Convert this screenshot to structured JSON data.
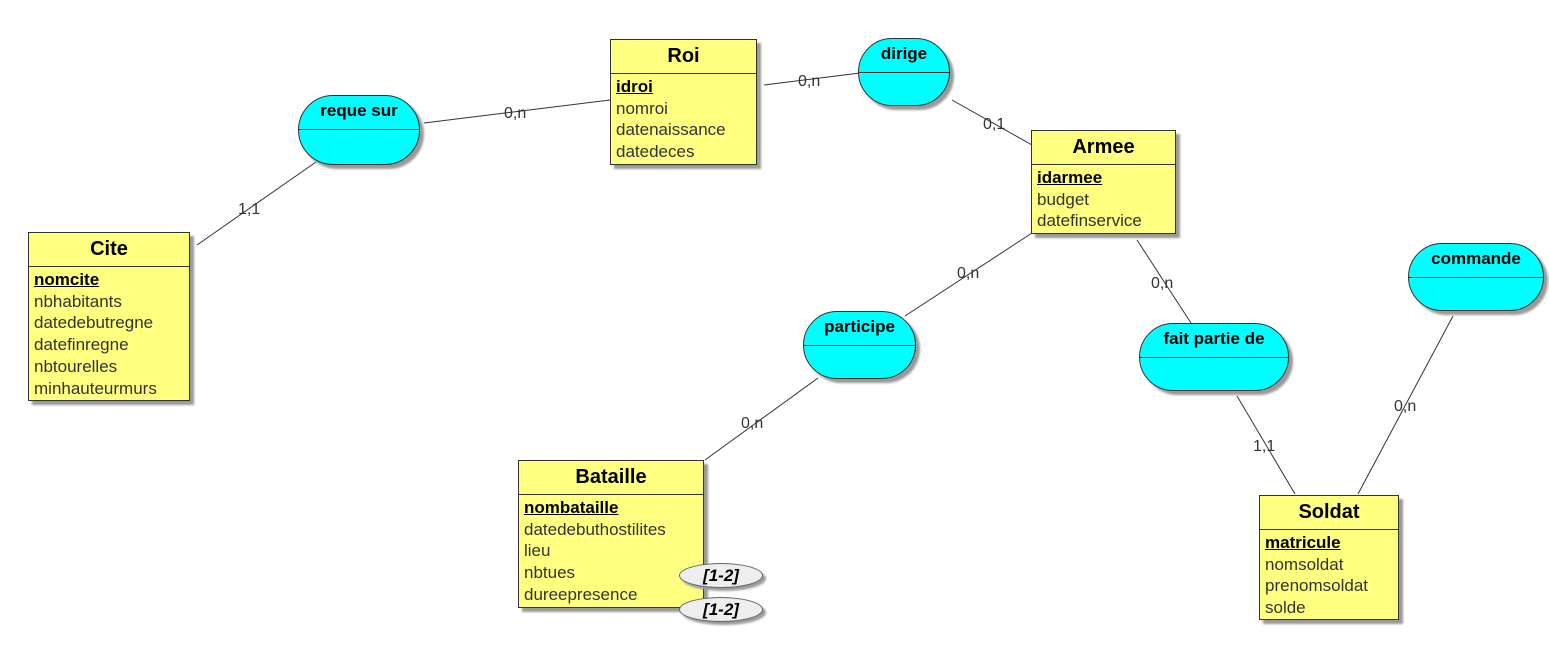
{
  "entities": {
    "roi": {
      "name": "Roi",
      "attributes": [
        "idroi",
        "nomroi",
        "datenaissance",
        "datedeces"
      ]
    },
    "armee": {
      "name": "Armee",
      "attributes": [
        "idarmee",
        "budget",
        "datefinservice"
      ]
    },
    "cite": {
      "name": "Cite",
      "attributes": [
        "nomcite",
        "nbhabitants",
        "datedebutregne",
        "datefinregne",
        "nbtourelles",
        "minhauteurmurs"
      ]
    },
    "bataille": {
      "name": "Bataille",
      "attributes": [
        "nombataille",
        "datedebuthostilites",
        "lieu",
        "nbtues",
        "dureepresence"
      ]
    },
    "soldat": {
      "name": "Soldat",
      "attributes": [
        "matricule",
        "nomsoldat",
        "prenomsoldat",
        "solde"
      ]
    }
  },
  "relations": {
    "reque_sur": "reque sur",
    "dirige": "dirige",
    "participe": "participe",
    "fait_partie_de": "fait partie de",
    "commande": "commande"
  },
  "cardinalities": {
    "reque_roi": "0,n",
    "reque_cite": "1,1",
    "dirige_roi": "0,n",
    "dirige_armee": "0,1",
    "participe_armee": "0,n",
    "participe_bataille": "0,n",
    "faitpartie_armee": "0,n",
    "faitpartie_soldat": "1,1",
    "commande_soldat": "0,n"
  },
  "constraints": {
    "nbtues": "[1-2]",
    "dureepresence": "[1-2]"
  },
  "colors": {
    "entity_fill": "#ffff80",
    "relation_fill": "#00ffff",
    "constraint_fill": "#eeeeee",
    "line": "#333333"
  }
}
